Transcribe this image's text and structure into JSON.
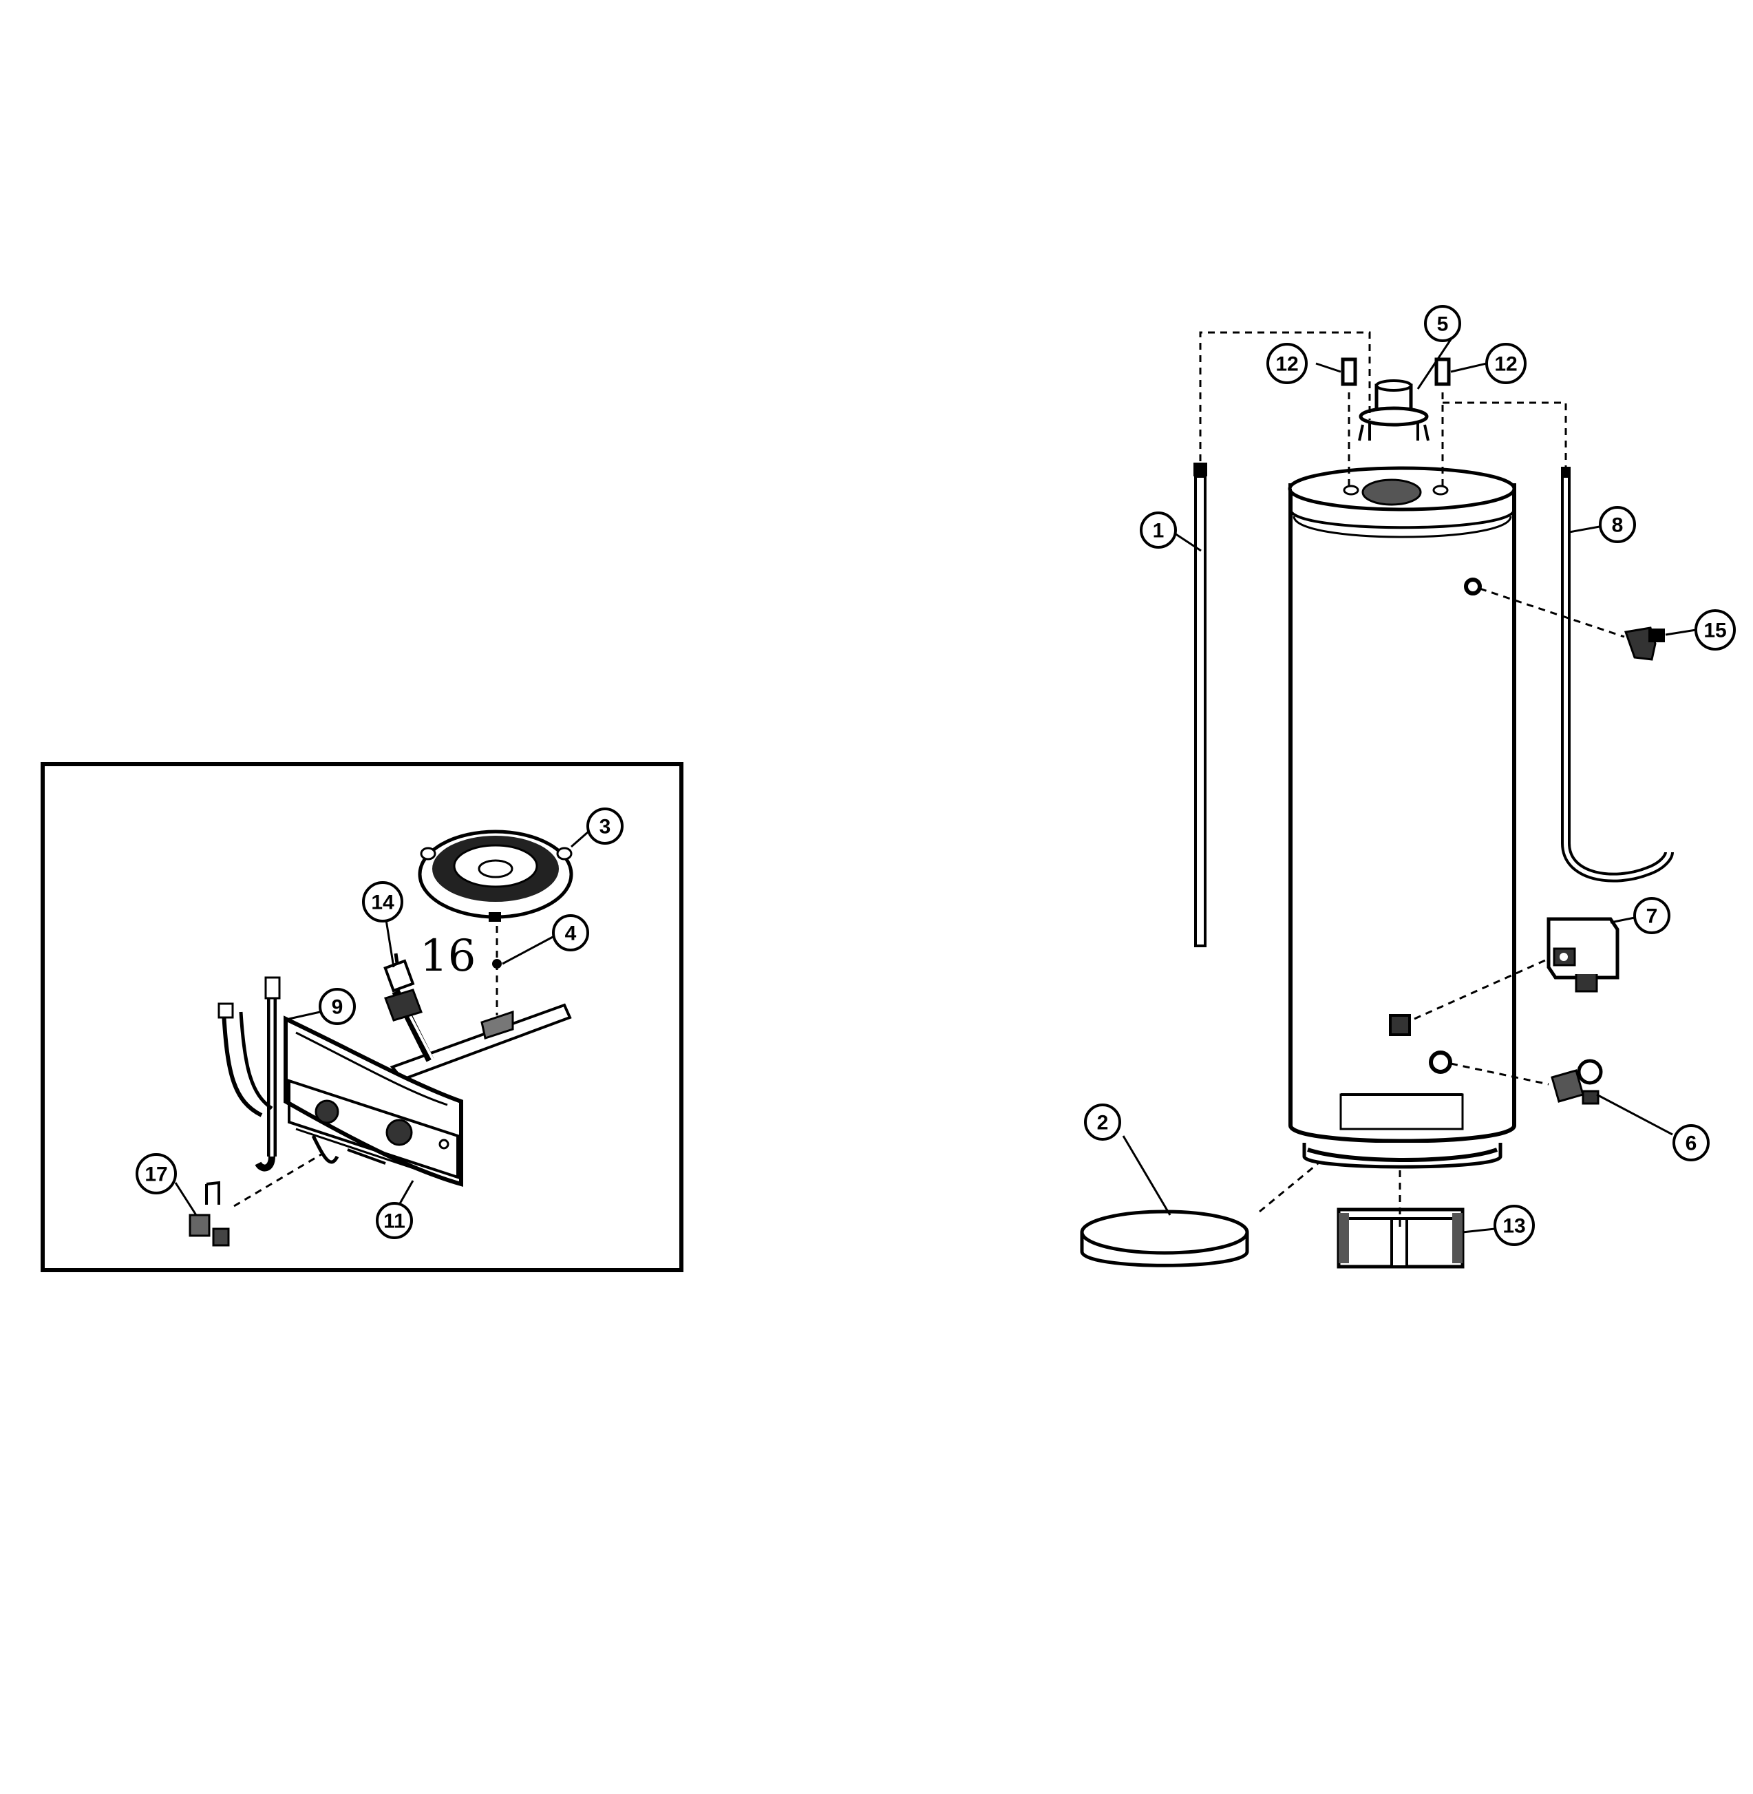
{
  "callouts": {
    "c1": "1",
    "c2": "2",
    "c3": "3",
    "c4": "4",
    "c5": "5",
    "c6": "6",
    "c7": "7",
    "c8": "8",
    "c9": "9",
    "c11": "11",
    "c12a": "12",
    "c12b": "12",
    "c13": "13",
    "c14": "14",
    "c15": "15",
    "c17": "17"
  },
  "handwritten_label": "16"
}
